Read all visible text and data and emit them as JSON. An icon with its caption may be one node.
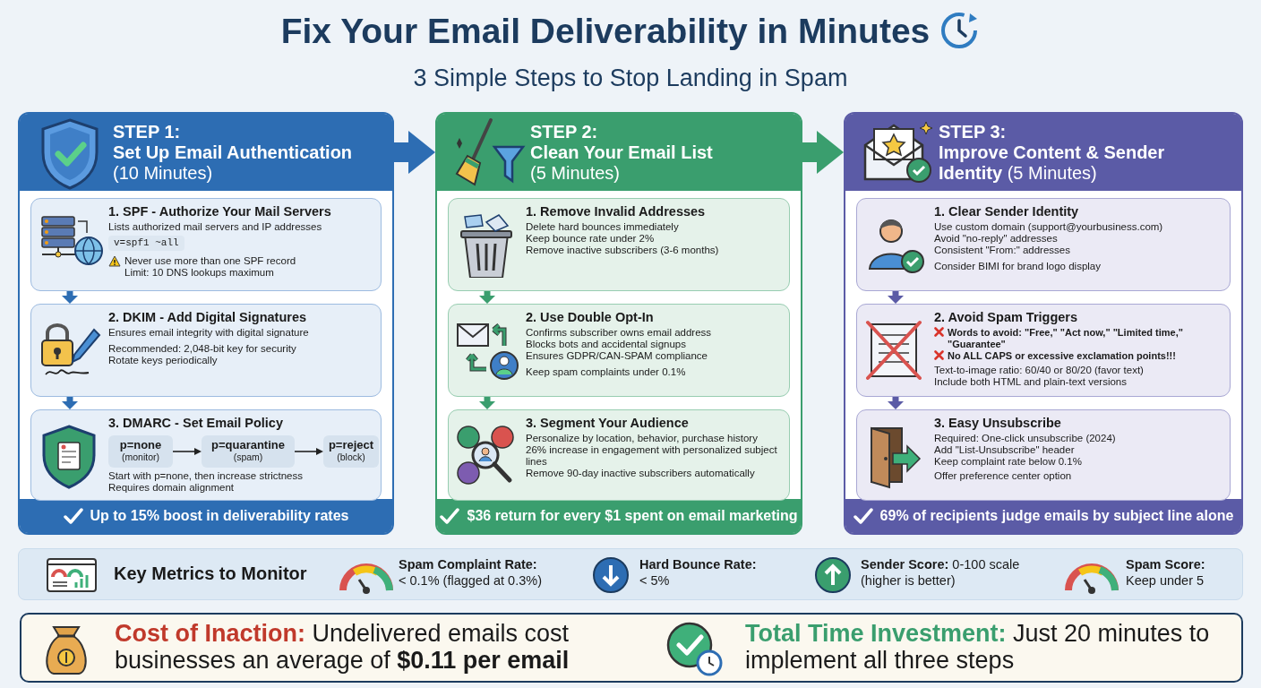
{
  "diagram": {
    "title": "Fix Your Email Deliverability in Minutes",
    "nodes": [
      {
        "text": [
          "STEP 1:",
          "Set Up Email Authentication",
          "(10 Minutes)",
          "Up to 15% boost in deliverability rates"
        ]
      },
      {
        "text": [
          "1. SPF - Authorize Your Mail Servers",
          "Lists authorized mail servers and IP addresses",
          "v=spf1 ~all",
          "Never use more than one SPF record",
          "Limit: 10 DNS lookups maximum"
        ],
        "in": 0
      },
      {
        "text": [
          "2. DKIM - Add Digital Signatures",
          "Ensures email integrity with digital signature",
          "Recommended: 2,048-bit key for security",
          "Rotate keys periodically"
        ],
        "in": 0
      },
      {
        "text": [
          "3. DMARC - Set Email Policy",
          "Start with p=none, then increase strictness",
          "Requires domain alignment"
        ],
        "in": 0
      },
      {
        "text": [
          "p=none",
          "(monitor)"
        ],
        "in": 3
      },
      {
        "text": [
          "p=quarantine",
          "(spam)"
        ],
        "in": 3
      },
      {
        "text": [
          "p=reject",
          "(block)"
        ],
        "in": 3
      },
      {
        "text": [
          "STEP 2:",
          "Clean Your Email List",
          "(5 Minutes)",
          "$36 return for every $1 spent on email marketing"
        ]
      },
      {
        "text": [
          "1. Remove Invalid Addresses",
          "Delete hard bounces immediately",
          "Keep bounce rate under 2%",
          "Remove inactive subscribers (3-6 months)"
        ],
        "in": 7
      },
      {
        "text": [
          "2. Use Double Opt-In",
          "Confirms subscriber owns email address",
          "Blocks bots and accidental signups",
          "Ensures GDPR/CAN-SPAM compliance",
          "Keep spam complaints under 0.1%"
        ],
        "in": 7
      },
      {
        "text": [
          "3. Segment Your Audience",
          "Personalize by location, behavior, purchase history",
          "26% increase in engagement with personalized subject lines",
          "Remove 90-day inactive subscribers automatically"
        ],
        "in": 7
      },
      {
        "text": [
          "STEP 3:",
          "Improve Content & Sender Identity",
          "(5 Minutes)",
          "69% of recipients judge emails by subject line alone"
        ]
      },
      {
        "text": [
          "1. Clear Sender Identity",
          "Use custom domain (support@yourbusiness.com)",
          "Avoid \"no-reply\" addresses",
          "Consistent \"From:\" addresses",
          "Consider BIMI for brand logo display"
        ],
        "in": 11
      },
      {
        "text": [
          "2. Avoid Spam Triggers",
          "Words to avoid: \"Free,\" \"Act now,\" \"Limited time,\" \"Guarantee\"",
          "No ALL CAPS or excessive exclamation points!!!",
          "Text-to-image ratio: 60/40 or 80/20 (favor text)",
          "Include both HTML and plain-text versions"
        ],
        "in": 11
      },
      {
        "text": [
          "3. Easy Unsubscribe",
          "Required: One-click unsubscribe (2024)",
          "Add \"List-Unsubscribe\" header",
          "Keep complaint rate below 0.1%",
          "Offer preference center option"
        ],
        "in": 11
      },
      {
        "text": [
          "Key Metrics to Monitor",
          "Spam Complaint Rate:",
          "< 0.1% (flagged at 0.3%)",
          "Hard Bounce Rate:",
          "< 5%",
          "**Sender Score:** 0-100 scale",
          "(higher is better)",
          "Spam Score:",
          "Keep under 5"
        ]
      },
      {
        "text": [
          "**Cost of Inaction:** Undelivered emails cost businesses an average of **$0.11 per email**",
          "**Total Time Investment:** Just 20 minutes to implement all three steps"
        ]
      }
    ],
    "edges": [
      {
        "from": 0,
        "to": 7,
        "arrow": "to",
        "style": "thick",
        "color": "#2d6db3"
      },
      {
        "from": 7,
        "to": 11,
        "arrow": "to",
        "style": "thick",
        "color": "#3a9e6e"
      },
      {
        "from": 1,
        "to": 2,
        "arrow": "to",
        "color": "#2d6db3"
      },
      {
        "from": 2,
        "to": 3,
        "arrow": "to",
        "color": "#2d6db3"
      },
      {
        "from": 4,
        "to": 5,
        "arrow": "to",
        "color": "#222222"
      },
      {
        "from": 5,
        "to": 6,
        "arrow": "to",
        "color": "#222222"
      },
      {
        "from": 8,
        "to": 9,
        "arrow": "to",
        "color": "#3a9e6e"
      },
      {
        "from": 9,
        "to": 10,
        "arrow": "to",
        "color": "#3a9e6e"
      },
      {
        "from": 12,
        "to": 13,
        "arrow": "to",
        "color": "#5b5ba6"
      },
      {
        "from": 13,
        "to": 14,
        "arrow": "to",
        "color": "#5b5ba6"
      }
    ],
    "labels": [
      "3 Simple Steps to Stop Landing in Spam"
    ]
  }
}
